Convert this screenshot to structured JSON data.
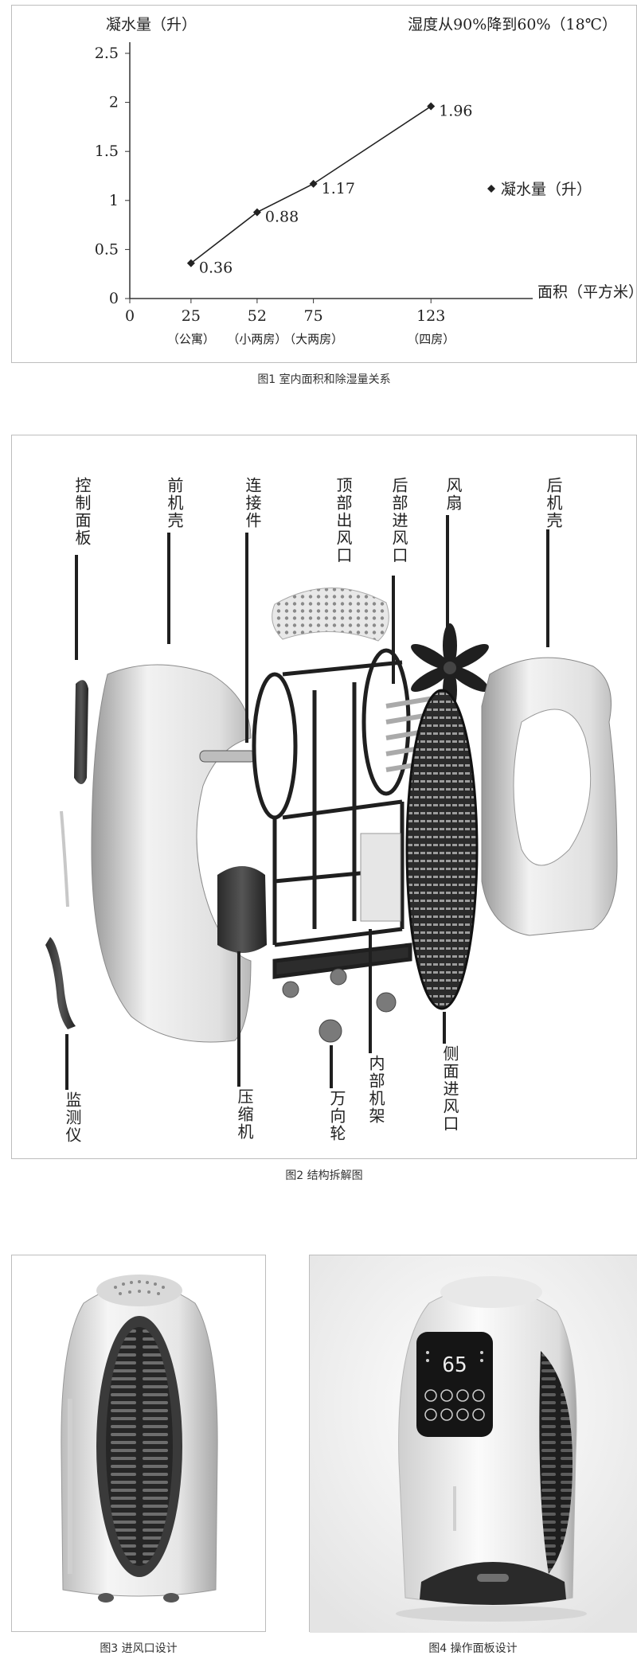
{
  "figure1": {
    "caption": "图1 室内面积和除湿量关系",
    "chart_data": {
      "type": "line",
      "title": "湿度从90%降到60%（18℃）",
      "ylabel": "凝水量（升）",
      "xlabel": "面积（平方米）",
      "legend": "凝水量（升）",
      "legend_position": "right",
      "ylim": [
        0,
        2.5
      ],
      "xlim": [
        0,
        160
      ],
      "y_ticks": [
        "0",
        "0.5",
        "1",
        "1.5",
        "2",
        "2.5"
      ],
      "x_ticks": [
        "0",
        "25",
        "52",
        "75",
        "123"
      ],
      "x_sublabels": [
        "（公寓）",
        "（小两房）",
        "（大两房）",
        "（四房）"
      ],
      "x": [
        25,
        52,
        75,
        123
      ],
      "values": [
        0.36,
        0.88,
        1.17,
        1.96
      ],
      "data_labels": [
        "0.36",
        "0.88",
        "1.17",
        "1.96"
      ]
    }
  },
  "figure2": {
    "caption": "图2 结构拆解图",
    "top_labels": [
      "控制面板",
      "前机壳",
      "连接件",
      "顶部出风口",
      "后部进风口",
      "风扇",
      "后机壳"
    ],
    "bottom_labels": [
      "监测仪",
      "压缩机",
      "万向轮",
      "内部机架",
      "侧面进风口"
    ]
  },
  "figure3": {
    "caption": "图3 进风口设计"
  },
  "figure4": {
    "caption": "图4 操作面板设计",
    "display_value": "65"
  }
}
